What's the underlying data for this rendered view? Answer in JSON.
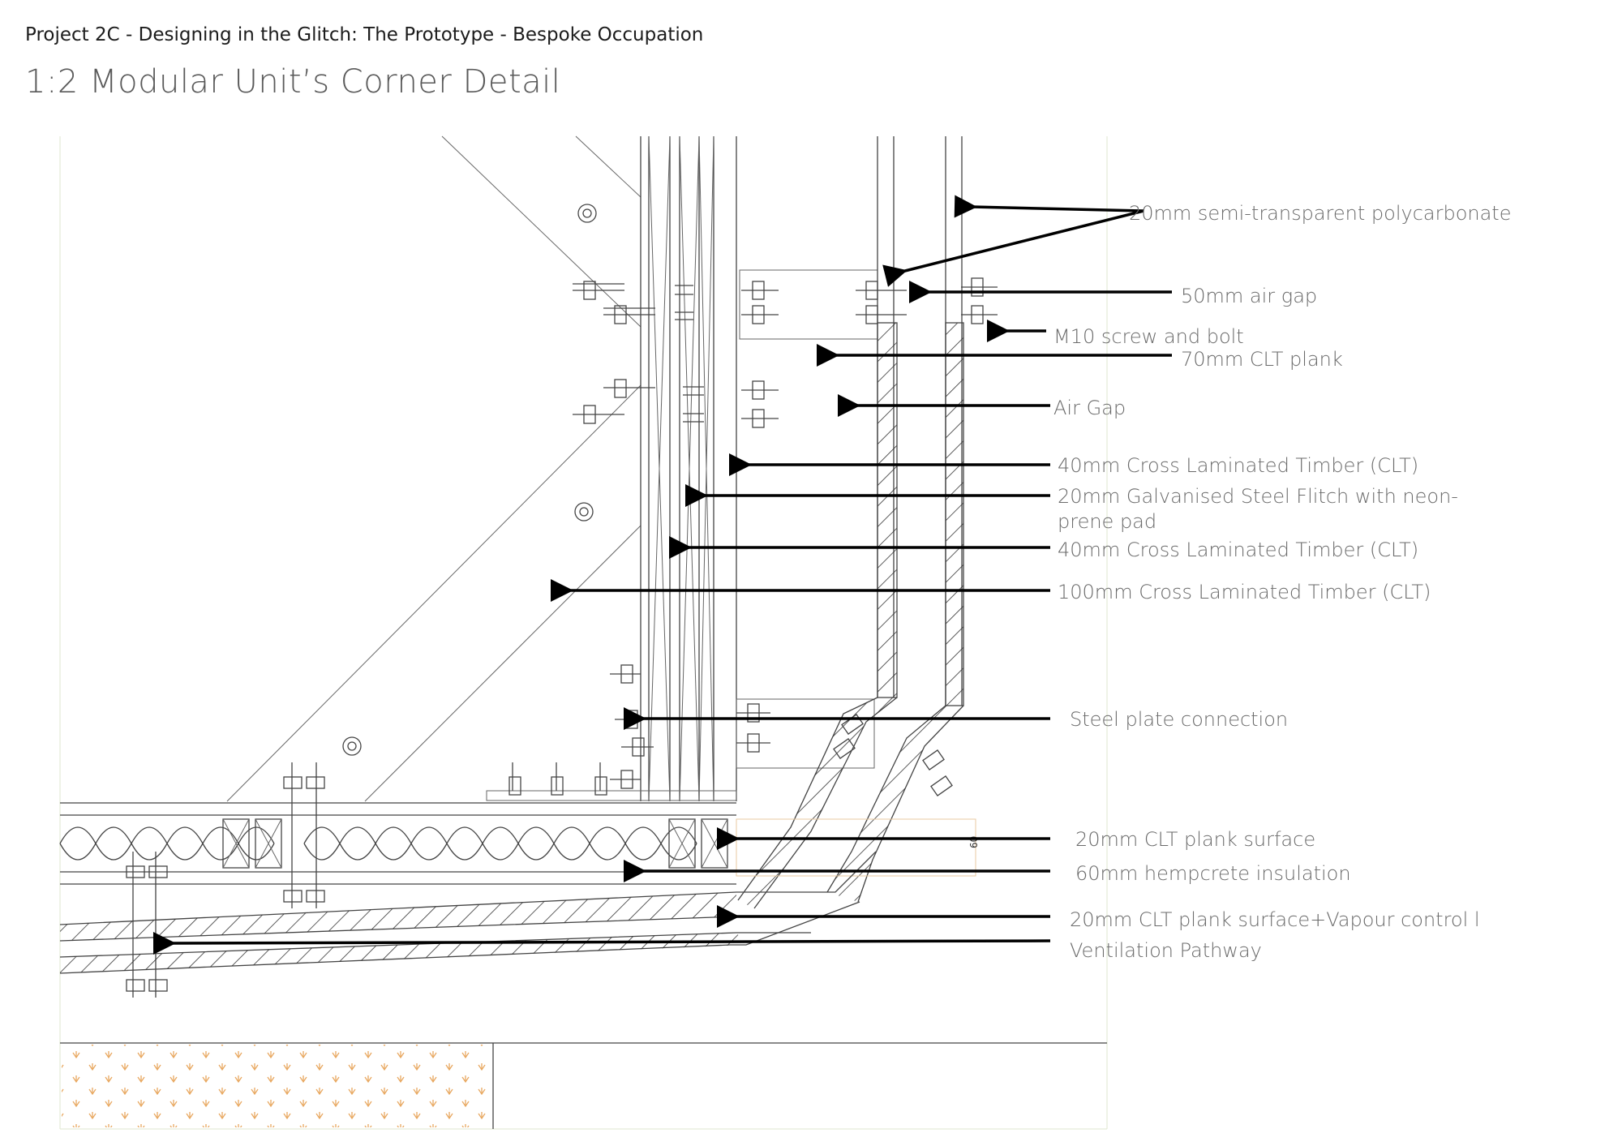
{
  "header": {
    "project_title": "Project 2C - Designing in the Glitch: The Prototype - Bespoke Occupation",
    "sheet_title": "1:2 Modular Unit’s Corner Detail"
  },
  "dimension": {
    "value": "60"
  },
  "callouts": [
    {
      "id": "polycarbonate",
      "text": "20mm semi-transparent polycarbonate"
    },
    {
      "id": "air-gap-50",
      "text": "50mm air gap"
    },
    {
      "id": "screw-bolt",
      "text": "M10 screw and bolt"
    },
    {
      "id": "clt-plank-70",
      "text": "70mm CLT plank"
    },
    {
      "id": "air-gap",
      "text": "Air Gap"
    },
    {
      "id": "clt-40-a",
      "text": "40mm Cross Laminated Timber (CLT)"
    },
    {
      "id": "steel-flitch-1",
      "text": "20mm Galvanised Steel Flitch with neon-"
    },
    {
      "id": "steel-flitch-2",
      "text": "prene pad"
    },
    {
      "id": "clt-40-b",
      "text": "40mm Cross Laminated Timber (CLT)"
    },
    {
      "id": "clt-100",
      "text": "100mm Cross Laminated Timber (CLT)"
    },
    {
      "id": "steel-plate",
      "text": "Steel plate connection"
    },
    {
      "id": "clt-surface-20",
      "text": "20mm CLT plank surface"
    },
    {
      "id": "hempcrete",
      "text": "60mm hempcrete insulation"
    },
    {
      "id": "clt-vapour",
      "text": "20mm CLT plank surface+Vapour control l"
    },
    {
      "id": "ventilation",
      "text": "Ventilation Pathway"
    }
  ],
  "colors": {
    "line": "#444444",
    "arrow": "#000000",
    "label": "#6a6a6a",
    "accent_hatch": "#e8a860"
  }
}
